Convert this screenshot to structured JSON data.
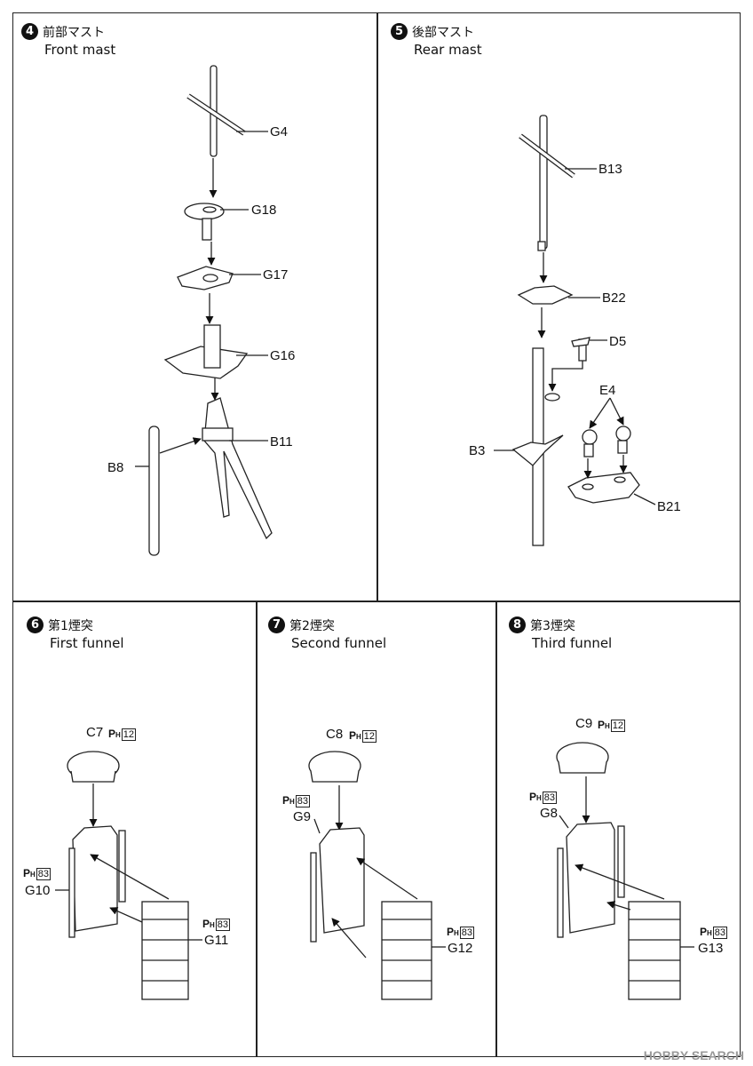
{
  "steps": [
    {
      "number": "4",
      "title_jp": "前部マスト",
      "title_en": "Front mast"
    },
    {
      "number": "5",
      "title_jp": "後部マスト",
      "title_en": "Rear mast"
    },
    {
      "number": "6",
      "title_jp": "第1煙突",
      "title_en": "First funnel"
    },
    {
      "number": "7",
      "title_jp": "第2煙突",
      "title_en": "Second funnel"
    },
    {
      "number": "8",
      "title_jp": "第3煙突",
      "title_en": "Third funnel"
    }
  ],
  "front_mast_parts": [
    "G4",
    "G18",
    "G17",
    "G16",
    "B11",
    "B8"
  ],
  "rear_mast_parts": [
    "B13",
    "B22",
    "D5",
    "E4",
    "B3",
    "B21"
  ],
  "first_funnel_parts": [
    "C7",
    "G10",
    "G11"
  ],
  "second_funnel_parts": [
    "C8",
    "G9",
    "G12"
  ],
  "third_funnel_parts": [
    "C9",
    "G8",
    "G13"
  ],
  "paint": {
    "code_prefix": "P",
    "code_sub": "H",
    "code_12": "12",
    "code_83": "83"
  },
  "watermark": "HOBBY SEARCH"
}
